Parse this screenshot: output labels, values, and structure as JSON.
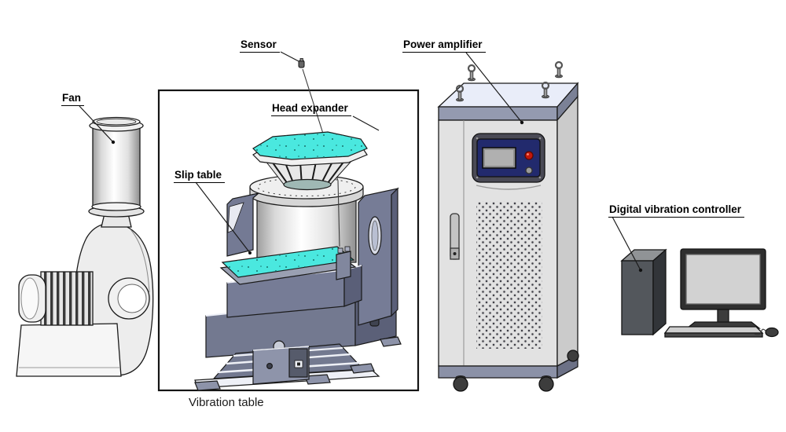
{
  "diagram": {
    "labels": {
      "fan": "Fan",
      "sensor": "Sensor",
      "head_expander": "Head expander",
      "slip_table": "Slip table",
      "vibration_table": "Vibration table",
      "power_amplifier": "Power amplifier",
      "digital_vibration_controller": "Digital vibration controller"
    },
    "colors": {
      "background": "#FFFFFF",
      "outline": "#1A1A1A",
      "table_cyan": "#4AE8DF",
      "structure_slate": "#767C96",
      "machine_gray": "#E2E2E2",
      "amp_top_blue": "#E9EDF9",
      "panel_navy": "#222A6D",
      "led_red": "#C2170A"
    }
  }
}
